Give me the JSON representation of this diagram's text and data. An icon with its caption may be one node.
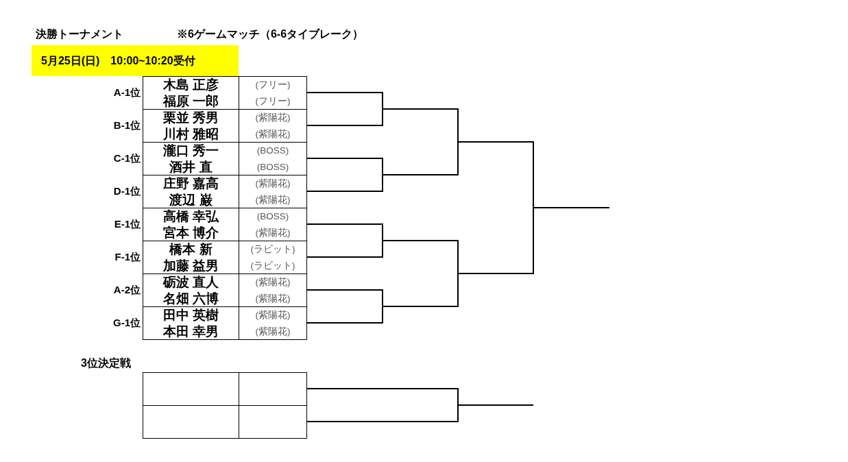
{
  "diagram": {
    "title": "決勝トーナメント",
    "nodes": [
      {
        "text": [
          "5月25日(日)　10:00~10:20受付"
        ]
      },
      {
        "text": [
          "木島 正彦",
          "(フリー)",
          "福原 一郎",
          "(フリー)"
        ],
        "beside": [
          "A-1位"
        ]
      },
      {
        "text": [
          "栗並 秀男",
          "(紫陽花)",
          "川村 雅昭",
          "(紫陽花)"
        ],
        "beside": [
          "B-1位"
        ]
      },
      {
        "text": [
          "瀧口 秀一",
          "(BOSS)",
          "酒井 直",
          "(BOSS)"
        ],
        "beside": [
          "C-1位"
        ]
      },
      {
        "text": [
          "庄野 嘉高",
          "(紫陽花)",
          "渡辺 巌",
          "(紫陽花)"
        ],
        "beside": [
          "D-1位"
        ]
      },
      {
        "text": [
          "高橋 幸弘",
          "(BOSS)",
          "宮本 博介",
          "(紫陽花)"
        ],
        "beside": [
          "E-1位"
        ]
      },
      {
        "text": [
          "橋本 新",
          "(ラビット)",
          "加藤 益男",
          "(ラビット)"
        ],
        "beside": [
          "F-1位"
        ]
      },
      {
        "text": [
          "砺波 直人",
          "(紫陽花)",
          "名畑 六博",
          "(紫陽花)"
        ],
        "beside": [
          "A-2位"
        ]
      },
      {
        "text": [
          "田中 英樹",
          "(紫陽花)",
          "本田 幸男",
          "(紫陽花)"
        ],
        "beside": [
          "G-1位"
        ]
      },
      {
        "text": [],
        "shape": "box"
      },
      {
        "text": [],
        "shape": "box"
      }
    ],
    "edges": [
      {
        "from": 1,
        "to": 2,
        "arrow": "none"
      },
      {
        "from": 3,
        "to": 4,
        "arrow": "none"
      },
      {
        "from": 5,
        "to": 6,
        "arrow": "none"
      },
      {
        "from": 7,
        "to": 8,
        "arrow": "none"
      },
      {
        "from": 9,
        "to": 10,
        "arrow": "none"
      }
    ],
    "labels": [
      "※6ゲームマッチ（6-6タイブレーク）",
      "3位決定戦"
    ]
  }
}
